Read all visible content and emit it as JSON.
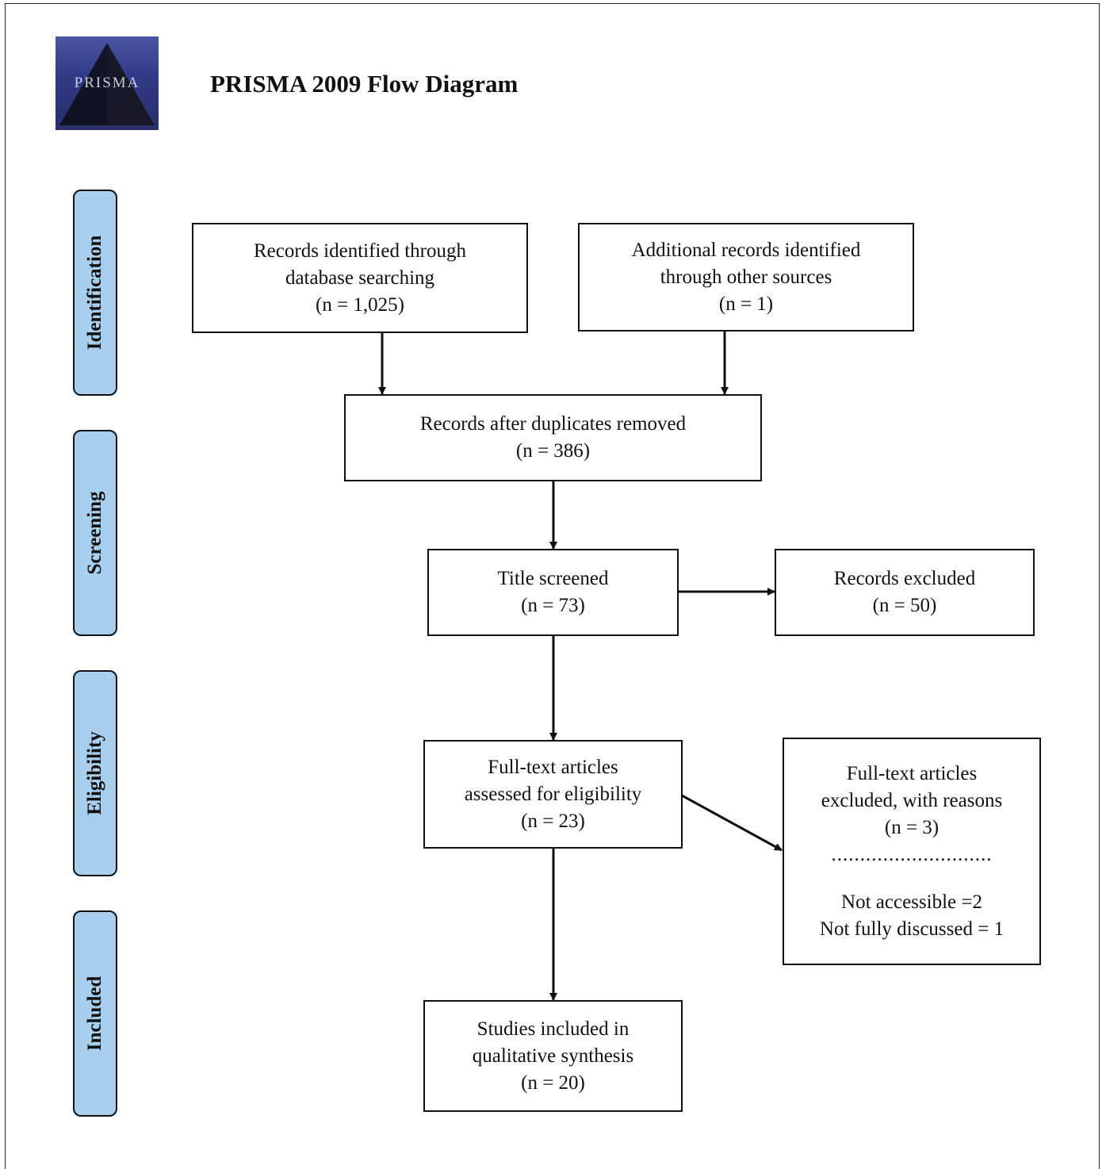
{
  "header": {
    "title": "PRISMA 2009 Flow Diagram",
    "logo_text": "PRISMA"
  },
  "stages": [
    "Identification",
    "Screening",
    "Eligibility",
    "Included"
  ],
  "boxes": {
    "database": {
      "line1": "Records identified through",
      "line2": "database searching",
      "line3": "(n = 1,025)"
    },
    "other": {
      "line1": "Additional records identified",
      "line2": "through other sources",
      "line3": "(n = 1)"
    },
    "duplicates": {
      "line1": "Records after duplicates removed",
      "line2": "(n = 386)"
    },
    "title_screened": {
      "line1": "Title screened",
      "line2": "(n = 73)"
    },
    "records_excluded": {
      "line1": "Records excluded",
      "line2": "(n = 50)"
    },
    "fulltext": {
      "line1": "Full-text articles",
      "line2": "assessed for eligibility",
      "line3": "(n = 23)"
    },
    "fulltext_excluded": {
      "line1": "Full-text articles",
      "line2": "excluded, with reasons",
      "line3": "(n = 3)",
      "separator": "............................",
      "reason1": "Not accessible =2",
      "reason2": "Not fully discussed = 1"
    },
    "included": {
      "line1": "Studies included in",
      "line2": "qualitative synthesis",
      "line3": "(n = 20)"
    }
  },
  "colors": {
    "stage_fill": "#a9cfee",
    "logo_blue": "#2f3a86"
  }
}
